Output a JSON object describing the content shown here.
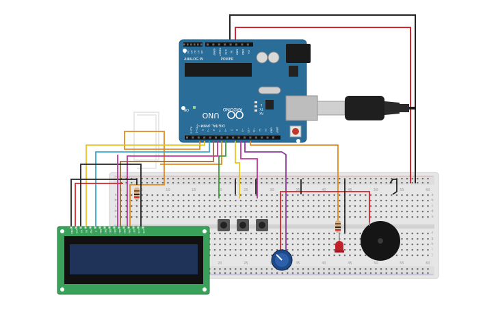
{
  "board": {
    "brand": "ARDUINO",
    "model": "UNO",
    "header_power": "POWER",
    "header_analog": "ANALOG IN",
    "header_digital": "DIGITAL (PWM~)",
    "power_pins": [
      "IOREF",
      "RESET",
      "3.3V",
      "5V",
      "GND",
      "GND",
      "Vin"
    ],
    "analog_pins": [
      "A0",
      "A1",
      "A2",
      "A3",
      "A4",
      "A5"
    ],
    "digital_pins": [
      "AREF",
      "GND",
      "13",
      "12",
      "~11",
      "~10",
      "~9",
      "8",
      "7",
      "~6",
      "~5",
      "4",
      "~3",
      "2",
      "TX→1",
      "RX←0"
    ],
    "led_labels": [
      "L",
      "TX",
      "RX"
    ],
    "on_label": "ON",
    "icsp_label": "ICSP"
  },
  "breadboard": {
    "col_numbers": [
      "1",
      "5",
      "10",
      "15",
      "20",
      "25",
      "30",
      "35",
      "40",
      "45",
      "50",
      "55",
      "60"
    ],
    "row_letters": [
      "a",
      "b",
      "c",
      "d",
      "e",
      "f",
      "g",
      "h",
      "i",
      "j"
    ]
  },
  "lcd": {
    "pin_labels": [
      "GND",
      "VCC",
      "V0",
      "RS",
      "RW",
      "E",
      "DB0",
      "DB1",
      "DB2",
      "DB3",
      "DB4",
      "DB5",
      "DB6",
      "DB7",
      "LED",
      "LED"
    ]
  },
  "colors": {
    "arduino_blue": "#2a6d99",
    "breadboard": "#e6e6e6",
    "lcd_board": "#3aa15a",
    "lcd_screen": "#1f3358",
    "wire_red": "#d8232a",
    "wire_black": "#222222",
    "wire_orange": "#e08a1e",
    "wire_yellow": "#e7c51a",
    "wire_green": "#3e9a3a",
    "wire_purple": "#8a3a9a",
    "wire_magenta": "#c0349a",
    "wire_cyan": "#35a8d0",
    "wire_brown": "#9a6a3a",
    "wire_white": "#e8e8e8"
  }
}
